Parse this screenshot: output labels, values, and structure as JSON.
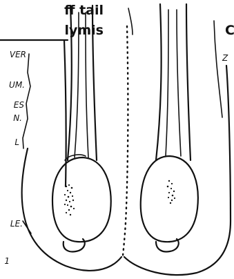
{
  "heading": {
    "line1": "ff tail",
    "line2": "lymis"
  },
  "left_labels": [
    "VER",
    "UM.",
    "ES",
    "N.",
    "L",
    "LE.",
    "1"
  ],
  "right_labels": [
    "C",
    "Z"
  ]
}
